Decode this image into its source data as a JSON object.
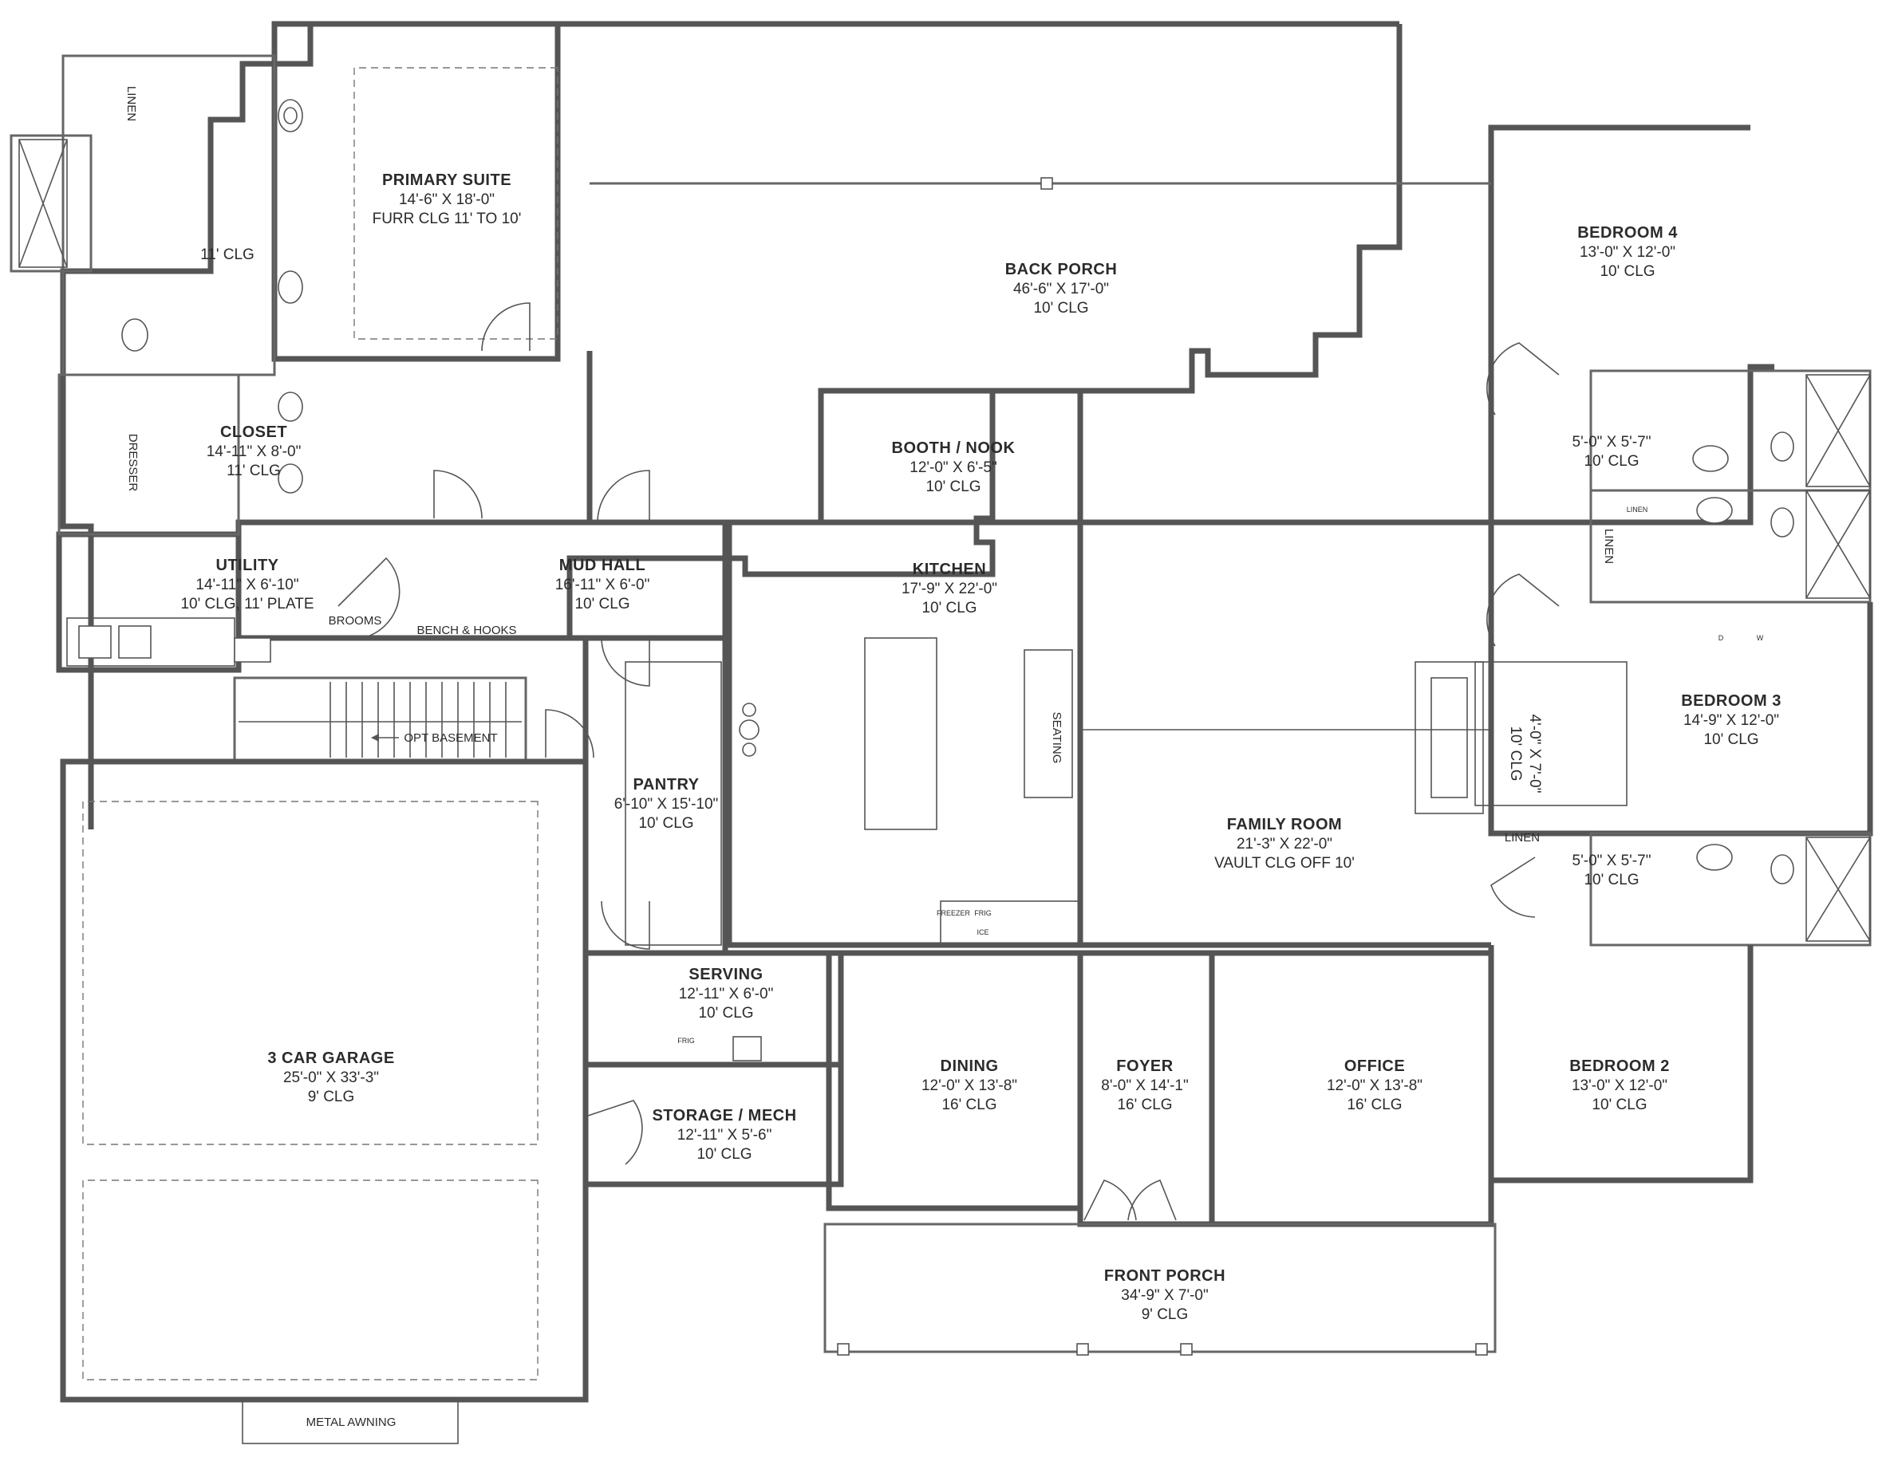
{
  "rooms": {
    "primary_suite": {
      "name": "PRIMARY SUITE",
      "dims": "14'-6\" X 18'-0\"",
      "clg": "FURR CLG 11' TO 10'"
    },
    "back_porch": {
      "name": "BACK PORCH",
      "dims": "46'-6\" X 17'-0\"",
      "clg": "10' CLG"
    },
    "bedroom_4": {
      "name": "BEDROOM 4",
      "dims": "13'-0\" X 12'-0\"",
      "clg": "10' CLG"
    },
    "primary_bath": {
      "clg": "11' CLG"
    },
    "closet": {
      "name": "CLOSET",
      "dims": "14'-11\" X 8'-0\"",
      "clg": "11' CLG"
    },
    "booth_nook": {
      "name": "BOOTH / NOOK",
      "dims": "12'-0\" X 6'-5\"",
      "clg": "10' CLG"
    },
    "bath_upper_right": {
      "dims": "5'-0\" X 5'-7\"",
      "clg": "10' CLG"
    },
    "utility": {
      "name": "UTILITY",
      "dims": "14'-11\" X 6'-10\"",
      "clg": "10' CLG, 11' PLATE"
    },
    "mud_hall": {
      "name": "MUD HALL",
      "dims": "16'-11\" X 6'-0\"",
      "clg": "10' CLG"
    },
    "kitchen": {
      "name": "KITCHEN",
      "dims": "17'-9\" X 22'-0\"",
      "clg": "10' CLG"
    },
    "bedroom_3": {
      "name": "BEDROOM 3",
      "dims": "14'-9\" X 12'-0\"",
      "clg": "10' CLG"
    },
    "bed3_closet": {
      "dims": "4'-0\" X 7'-0\"",
      "clg": "10' CLG"
    },
    "pantry": {
      "name": "PANTRY",
      "dims": "6'-10\" X 15'-10\"",
      "clg": "10' CLG"
    },
    "family_room": {
      "name": "FAMILY ROOM",
      "dims": "21'-3\" X 22'-0\"",
      "clg": "VAULT CLG OFF 10'"
    },
    "bath_lower_right": {
      "dims": "5'-0\" X 5'-7\"",
      "clg": "10' CLG"
    },
    "serving": {
      "name": "SERVING",
      "dims": "12'-11\" X 6'-0\"",
      "clg": "10' CLG"
    },
    "garage": {
      "name": "3 CAR GARAGE",
      "dims": "25'-0\" X 33'-3\"",
      "clg": "9' CLG"
    },
    "dining": {
      "name": "DINING",
      "dims": "12'-0\" X 13'-8\"",
      "clg": "16' CLG"
    },
    "foyer": {
      "name": "FOYER",
      "dims": "8'-0\" X 14'-1\"",
      "clg": "16' CLG"
    },
    "office": {
      "name": "OFFICE",
      "dims": "12'-0\" X 13'-8\"",
      "clg": "16' CLG"
    },
    "bedroom_2": {
      "name": "BEDROOM 2",
      "dims": "13'-0\" X 12'-0\"",
      "clg": "10' CLG"
    },
    "storage_mech": {
      "name": "STORAGE / MECH",
      "dims": "12'-11\" X 5'-6\"",
      "clg": "10' CLG"
    },
    "front_porch": {
      "name": "FRONT PORCH",
      "dims": "34'-9\" X 7'-0\"",
      "clg": "9' CLG"
    }
  },
  "labels": {
    "linen_top_left": "LINEN",
    "dresser": "DRESSER",
    "brooms": "BROOMS",
    "bench_hooks": "BENCH & HOOKS",
    "opt_basement": "OPT BASEMENT",
    "seating": "SEATING",
    "linen_right": "LINEN",
    "linen_lower_right": "LINEN",
    "linen_bath": "LINEN",
    "metal_awning": "METAL AWNING",
    "washer": "W",
    "dryer": "D",
    "freezer": "FREEZER",
    "frig": "FRIG",
    "ice": "ICE",
    "frig_serving": "FRIG"
  }
}
